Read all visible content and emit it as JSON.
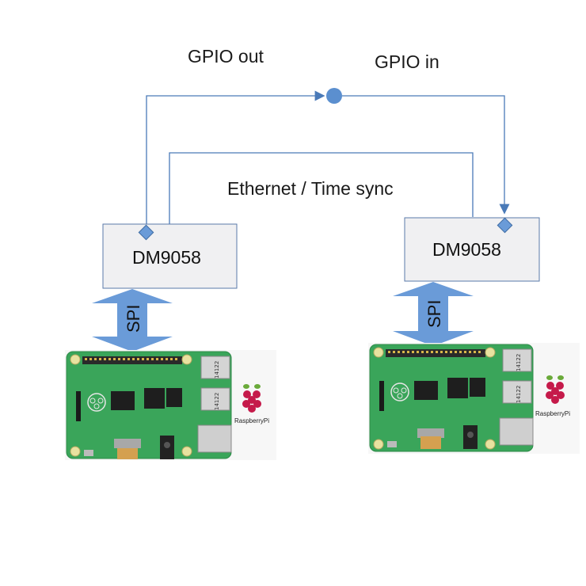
{
  "labels": {
    "gpio_out": "GPIO out",
    "gpio_in": "GPIO in",
    "ethernet": "Ethernet / Time sync"
  },
  "nodes": [
    {
      "chip": "DM9058",
      "bus": "SPI",
      "board_logo": "RaspberryPi",
      "port_code": "14122"
    },
    {
      "chip": "DM9058",
      "bus": "SPI",
      "board_logo": "RaspberryPi",
      "port_code": "14122"
    }
  ],
  "colors": {
    "line": "#4a7ab8",
    "junction": "#5b8fcf",
    "arrow_fill": "#6a9bd8",
    "chip_fill": "#f0f0f2",
    "chip_stroke": "#5a7aaa",
    "pcb": "#3aa55a",
    "pcb_dark": "#2d8a47",
    "raspberry": "#c51a4a"
  }
}
